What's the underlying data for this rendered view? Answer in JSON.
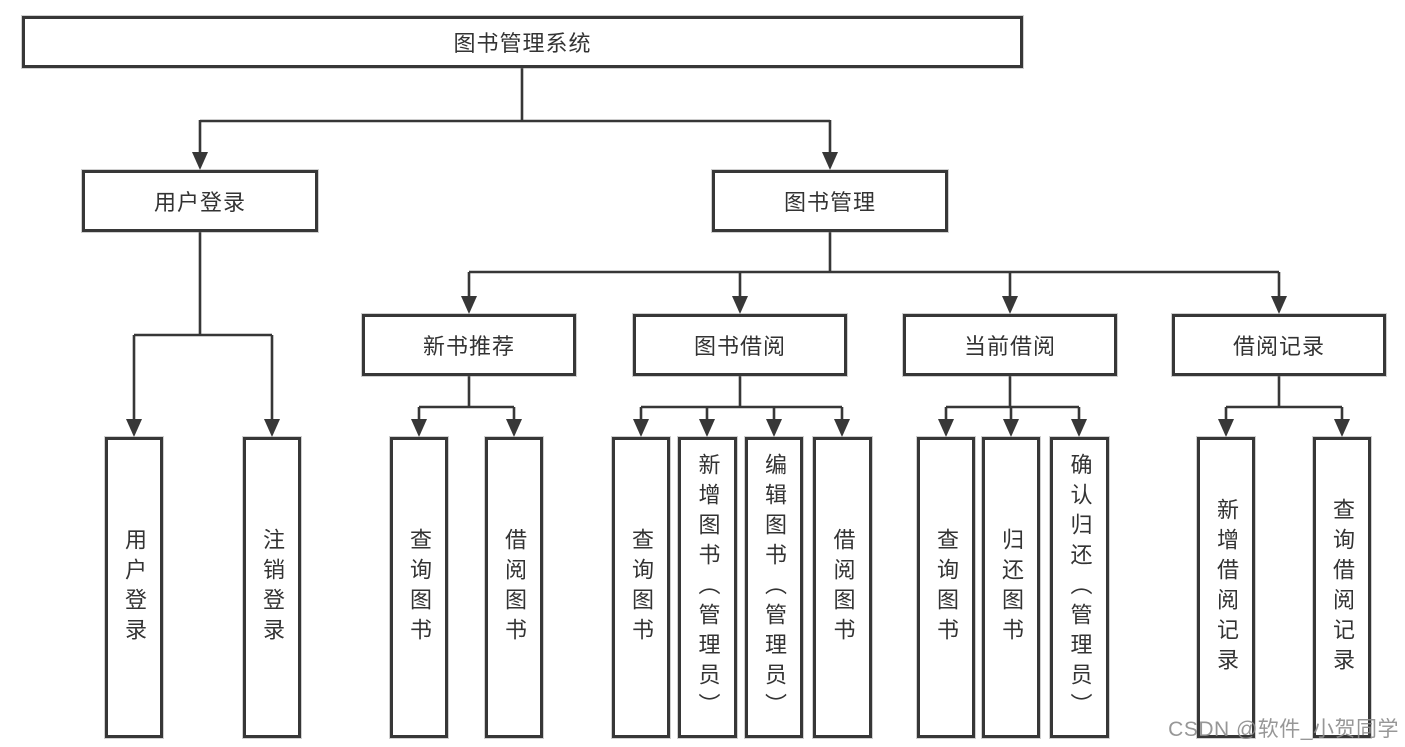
{
  "diagram": {
    "type": "hierarchy-tree",
    "root": {
      "label": "图书管理系统"
    },
    "level2": {
      "user_login": {
        "label": "用户登录"
      },
      "book_mgmt": {
        "label": "图书管理"
      }
    },
    "level3": {
      "new_books": {
        "label": "新书推荐"
      },
      "book_borrow": {
        "label": "图书借阅"
      },
      "current_borrow": {
        "label": "当前借阅"
      },
      "borrow_records": {
        "label": "借阅记录"
      }
    },
    "leaves": {
      "user_login_1": "用户登录",
      "user_login_2": "注销登录",
      "new_books_1": "查询图书",
      "new_books_2": "借阅图书",
      "book_borrow_1": "查询图书",
      "book_borrow_2": "新增图书（管理员）",
      "book_borrow_3": "编辑图书（管理员）",
      "book_borrow_4": "借阅图书",
      "current_borrow_1": "查询图书",
      "current_borrow_2": "归还图书",
      "current_borrow_3": "确认归还（管理员）",
      "borrow_records_1": "新增借阅记录",
      "borrow_records_2": "查询借阅记录"
    },
    "colors": {
      "line": "#373737",
      "box_background": "#ffffff",
      "text": "#333333",
      "watermark": "#8c8c8c"
    },
    "watermark": "CSDN @软件_小贺同学"
  }
}
